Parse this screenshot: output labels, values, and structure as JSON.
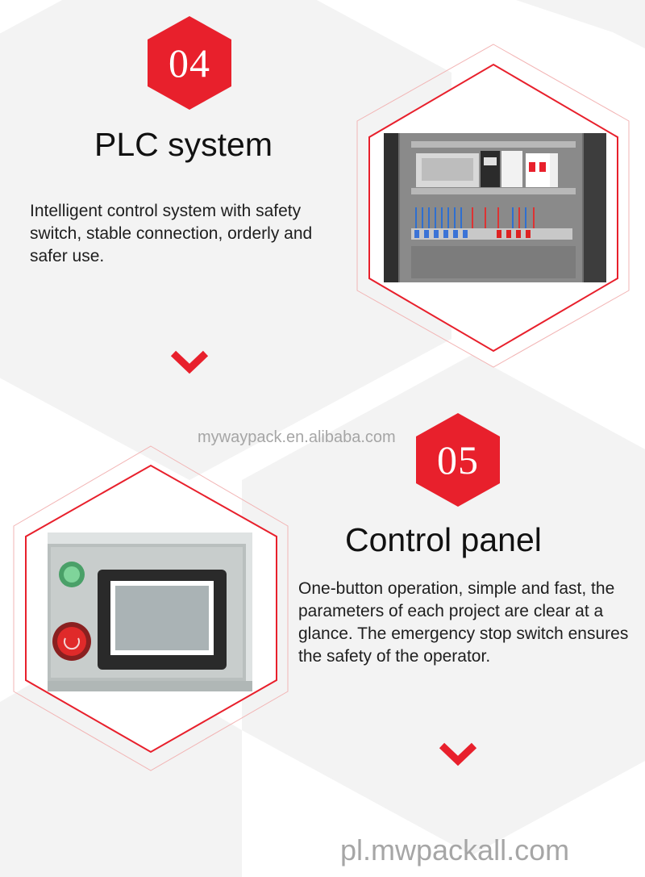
{
  "sections": [
    {
      "number": "04",
      "title": "PLC system",
      "description": "Intelligent control system with safety switch, stable connection, orderly and safer use.",
      "image_subject": "plc-electrical-cabinet-photo"
    },
    {
      "number": "05",
      "title": "Control panel",
      "description": "One-button operation, simple and fast, the parameters of each project are clear at a glance. The emergency stop switch ensures the safety of the operator.",
      "image_subject": "touch-screen-control-panel-photo"
    }
  ],
  "watermarks": {
    "center": "mywaypack.en.alibaba.com",
    "bottom": "pl.mwpackall.com"
  },
  "colors": {
    "accent": "#e8202c",
    "hex_background": "#f3f3f3",
    "text": "#111111"
  }
}
